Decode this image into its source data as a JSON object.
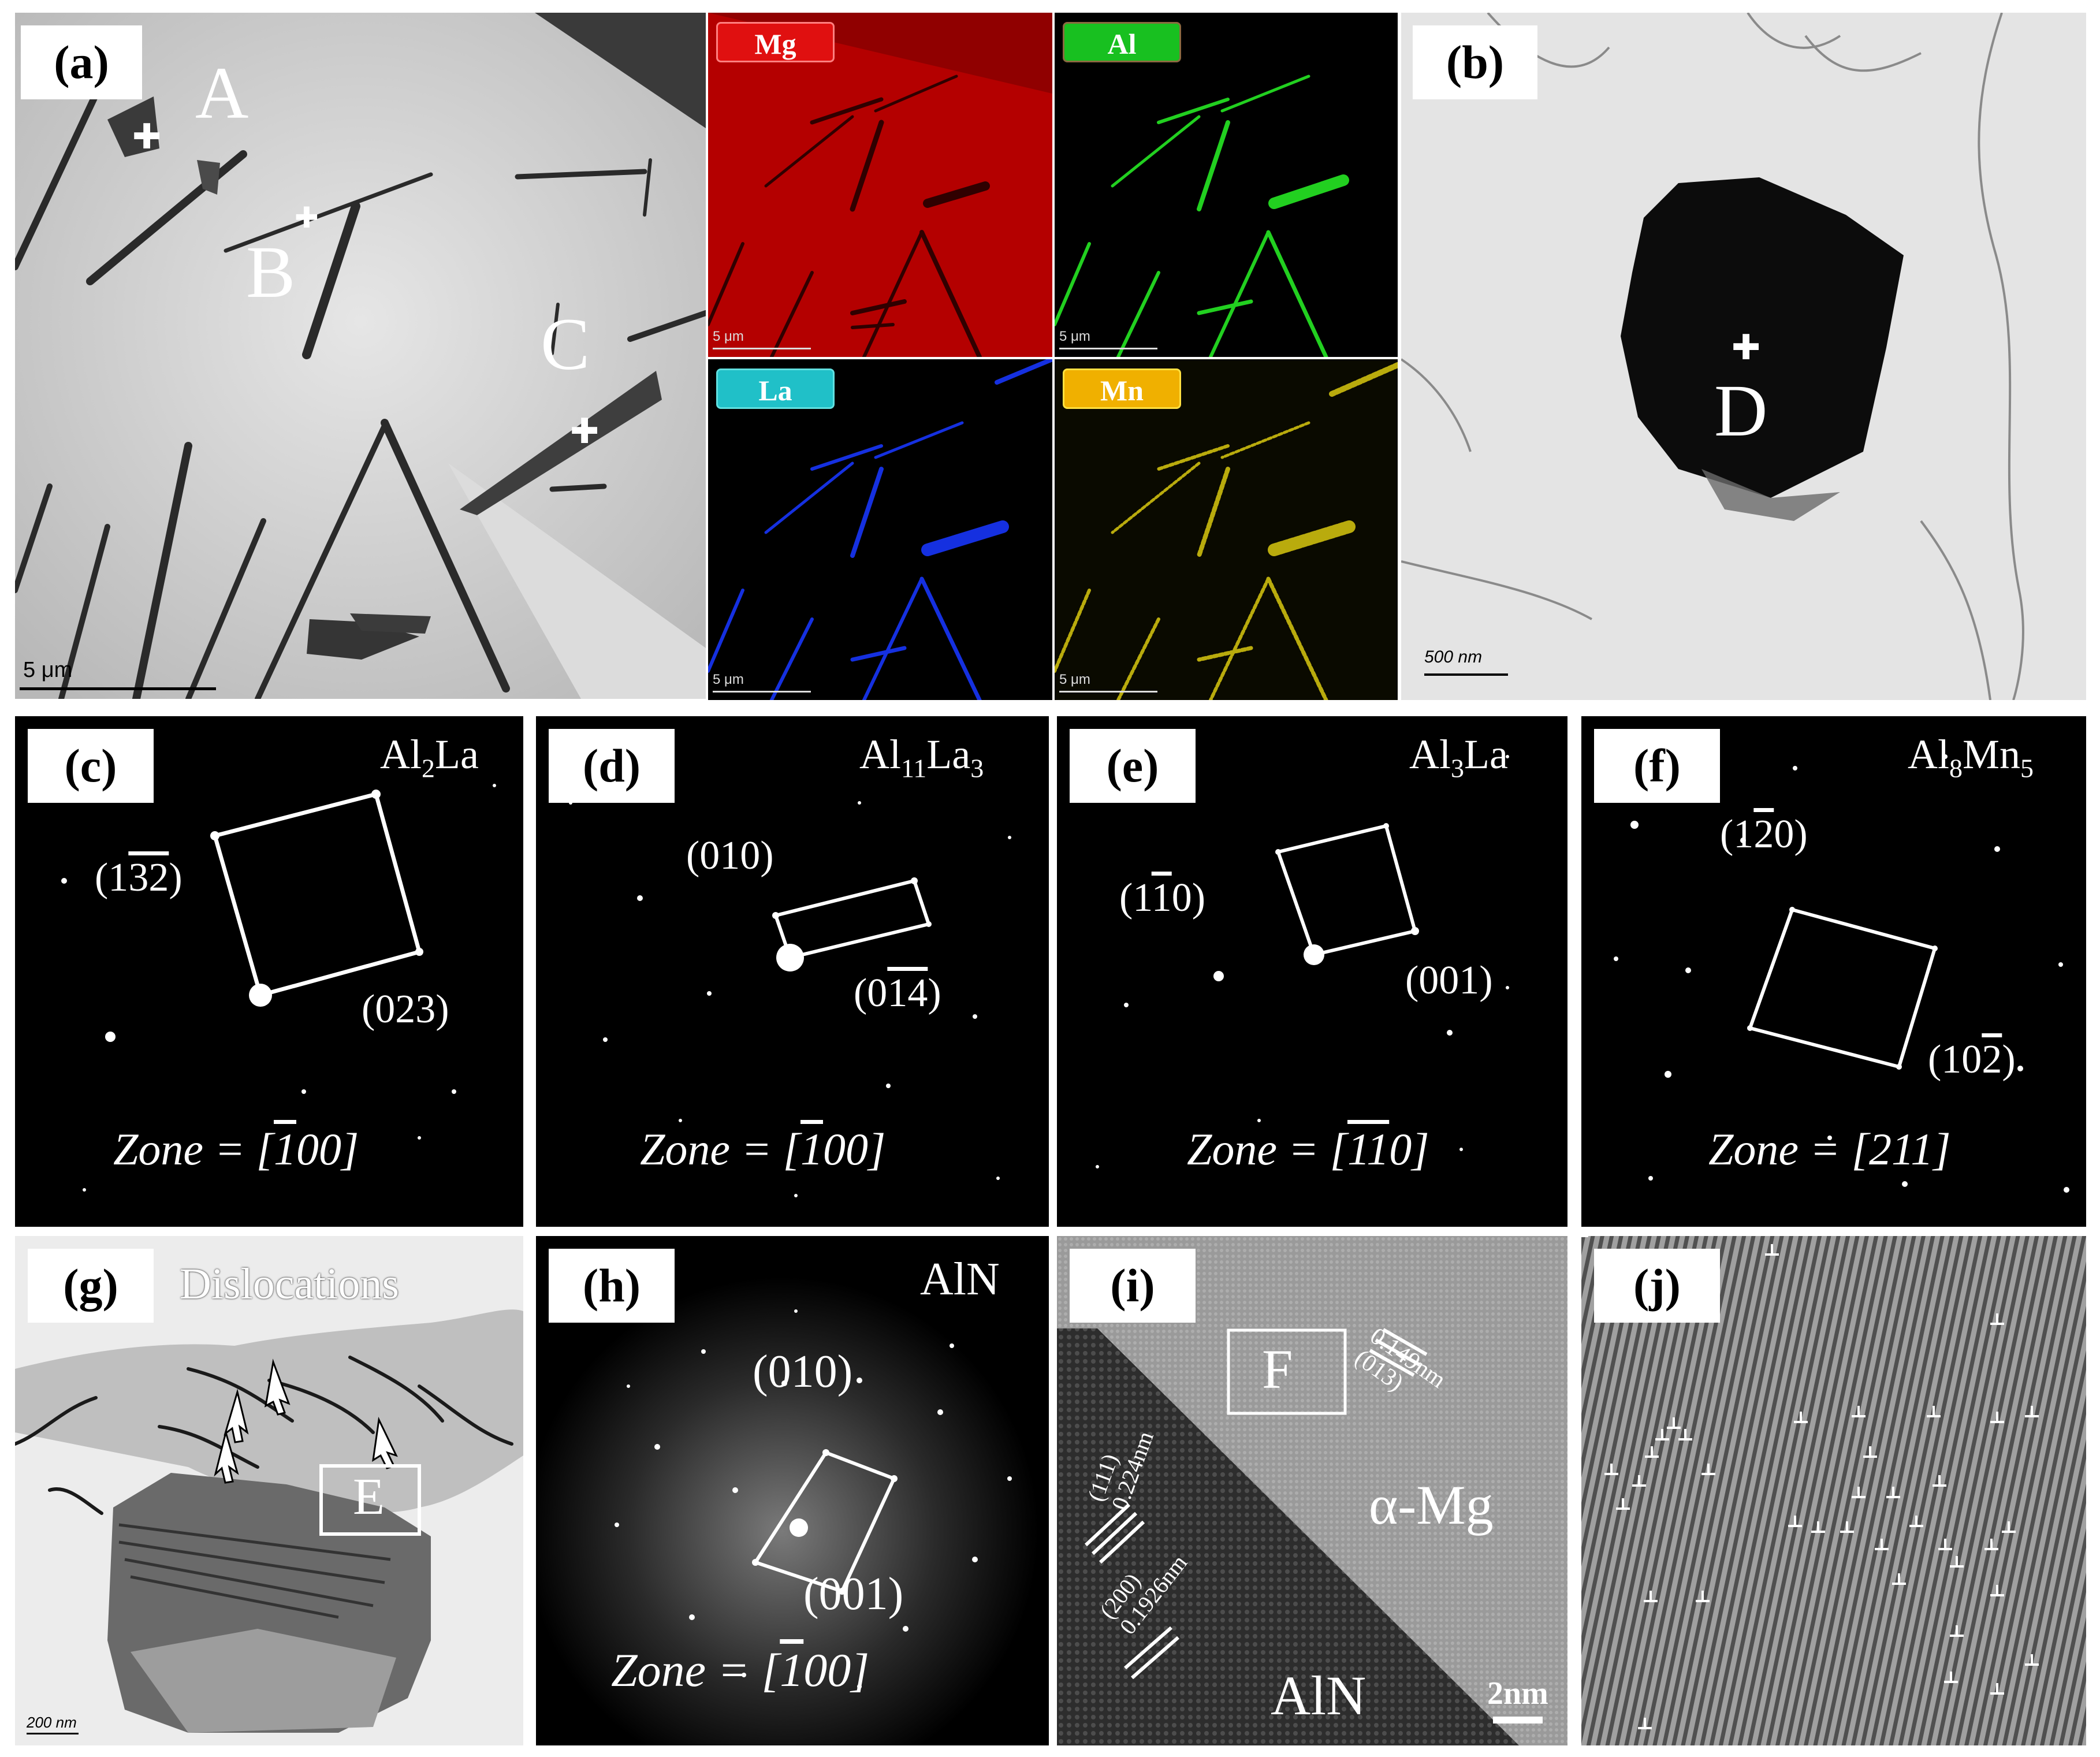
{
  "panels": {
    "a": {
      "label": "(a)",
      "points": [
        "A",
        "B",
        "C"
      ],
      "scale": "5 μm"
    },
    "maps": [
      {
        "element": "Mg",
        "scale": "5 μm",
        "tag_color": "#e01010",
        "color": "#c00000"
      },
      {
        "element": "Al",
        "scale": "5 μm",
        "tag_color": "#18c020",
        "color": "#22d020"
      },
      {
        "element": "La",
        "scale": "5 μm",
        "tag_color": "#20c0c8",
        "color": "#1530e0"
      },
      {
        "element": "Mn",
        "scale": "5 μm",
        "tag_color": "#f0b000",
        "color": "#e0d010"
      }
    ],
    "b": {
      "label": "(b)",
      "point": "D",
      "scale": "500 nm"
    },
    "c": {
      "label": "(c)",
      "phase_base": "Al",
      "phase_sub1": "2",
      "phase_mid": "La",
      "phase_sub2": "",
      "spot1_pre": "(1",
      "spot1_bar": "32",
      "spot1_post": ")",
      "spot2": "(023)",
      "zone_pre": "Zone = [",
      "zone_bar": "1",
      "zone_post": "00]"
    },
    "d": {
      "label": "(d)",
      "phase_base": "Al",
      "phase_sub1": "11",
      "phase_mid": "La",
      "phase_sub2": "3",
      "spot1": "(010)",
      "spot2_pre": "(0",
      "spot2_bar": "14",
      "spot2_post": ")",
      "zone_pre": "Zone = [",
      "zone_bar": "1",
      "zone_post": "00]"
    },
    "e": {
      "label": "(e)",
      "phase_base": "Al",
      "phase_sub1": "3",
      "phase_mid": "La",
      "phase_sub2": "",
      "spot1_pre": "(1",
      "spot1_bar": "1",
      "spot1_post": "0)",
      "spot2": "(001)",
      "zone_pre": "Zone = [",
      "zone_bar": "11",
      "zone_post": "0]"
    },
    "f": {
      "label": "(f)",
      "phase_base": "Al",
      "phase_sub1": "8",
      "phase_mid": "Mn",
      "phase_sub2": "5",
      "spot1_pre": "(1",
      "spot1_bar": "2",
      "spot1_post": "0)",
      "spot2_pre": "(10",
      "spot2_bar": "2",
      "spot2_post": ")",
      "zone_pre": "Zone = [",
      "zone_bar": "",
      "zone_post": "211]"
    },
    "g": {
      "label": "(g)",
      "title": "Dislocations",
      "box": "E",
      "scale": "200 nm"
    },
    "h": {
      "label": "(h)",
      "phase": "AlN",
      "spot1": "(010)",
      "spot2": "(001)",
      "zone_pre": "Zone = [",
      "zone_bar": "1",
      "zone_post": "00]"
    },
    "i": {
      "label": "(i)",
      "box": "F",
      "d1": "0.149nm",
      "p1": "(013)",
      "d2": "0.224nm",
      "p2": "(111)",
      "d3": "0.1926nm",
      "p3": "(200)",
      "matrix": "α-Mg",
      "particle": "AlN",
      "scale": "2nm"
    },
    "j": {
      "label": "(j)"
    }
  }
}
